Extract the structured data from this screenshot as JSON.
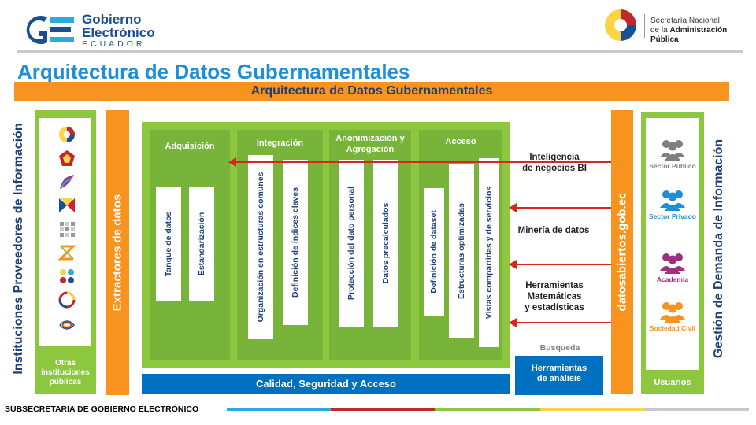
{
  "header": {
    "ge_logo": {
      "line1": "Gobierno",
      "line2": "Electrónico",
      "line3": "ECUADOR"
    },
    "snap_logo": {
      "line1": "Secretaría Nacional",
      "line2_prefix": "de la",
      "line2_bold": "Administración Pública"
    }
  },
  "page_title": "Arquitectura de Datos Gubernamentales",
  "banner": "Arquitectura de Datos Gubernamentales",
  "providers": {
    "label": "Instituciones Proveedores de Información",
    "other": [
      "Otras",
      "instituciones",
      "públicas"
    ]
  },
  "extractors": "Extractores de datos",
  "stages": [
    {
      "title": "Adquisición",
      "items": [
        "Tanque de datos",
        "Estandarización"
      ]
    },
    {
      "title": "Integración",
      "items": [
        "Organización en estructuras comunes",
        "Definición de índices claves"
      ]
    },
    {
      "title": "Anonimización y Agregación",
      "items": [
        "Protección del dato personal",
        "Datos precalculados"
      ]
    },
    {
      "title": "Acceso",
      "items": [
        "Definición de dataset",
        "Estructuras optimizadas",
        "Vistas compartidas y de servicios"
      ]
    }
  ],
  "quality": "Calidad, Seguridad y Acceso",
  "tools": [
    [
      "Inteligencia",
      "de negocios BI"
    ],
    [
      "Minería de datos"
    ],
    [
      "Herramientas",
      "Matemáticas",
      "y estadísticas"
    ]
  ],
  "busqueda": "Busqueda",
  "analysis": [
    "Herramientas",
    "de análisis"
  ],
  "portal": "datosabiertos.gob.ec",
  "users": {
    "groups": [
      {
        "label": "Sector Público",
        "color": "#7f7f7f"
      },
      {
        "label": "Sector Privado",
        "color": "#1e8ed8"
      },
      {
        "label": "Academia",
        "color": "#a0307f"
      },
      {
        "label": "Sociedad Civil",
        "color": "#f7931e"
      }
    ],
    "footer": "Usuarios"
  },
  "demand": "Gestión de Demanda de Información",
  "footer": "SUBSECRETARÍA DE GOBIERNO ELECTRÓNICO",
  "colors": {
    "green": "#8dc63f",
    "orange": "#f7931e",
    "blue": "#0070c0",
    "red": "#d9261c",
    "navy": "#1b3f7a",
    "footer_segments": [
      "#29abe2",
      "#c1272d",
      "#8dc63f",
      "#fbd347",
      "#c8c8c8"
    ]
  }
}
